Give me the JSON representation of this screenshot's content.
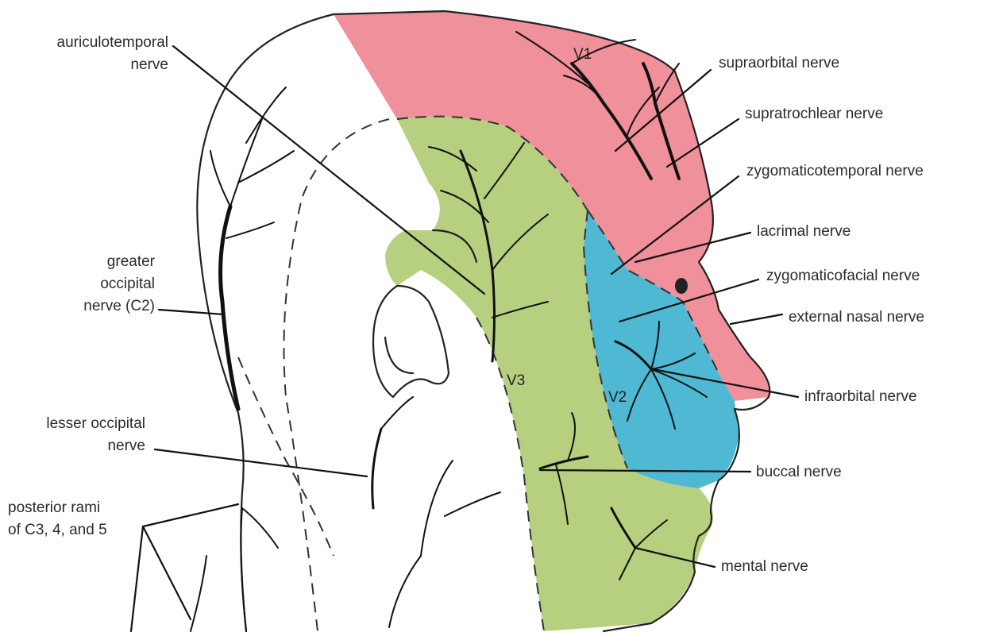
{
  "regions": {
    "v1": {
      "label": "V1",
      "color": "#f0909a"
    },
    "v2": {
      "label": "V2",
      "color": "#4fb8d3"
    },
    "v3": {
      "label": "V3",
      "color": "#b7d07f"
    }
  },
  "labels": {
    "auriculotemporal_line1": "auriculotemporal",
    "auriculotemporal_line2": "nerve",
    "greater_occipital_line1": "greater",
    "greater_occipital_line2": "occipital",
    "greater_occipital_line3": "nerve (C2)",
    "lesser_occipital_line1": "lesser occipital",
    "lesser_occipital_line2": "nerve",
    "posterior_rami_line1": "posterior rami",
    "posterior_rami_line2": "of C3, 4, and 5",
    "supraorbital": "supraorbital nerve",
    "supratrochlear": "supratrochlear nerve",
    "zygomaticotemporal": "zygomaticotemporal nerve",
    "lacrimal": "lacrimal nerve",
    "zygomaticofacial": "zygomaticofacial nerve",
    "external_nasal": "external nasal nerve",
    "infraorbital": "infraorbital nerve",
    "buccal": "buccal nerve",
    "mental": "mental nerve"
  }
}
